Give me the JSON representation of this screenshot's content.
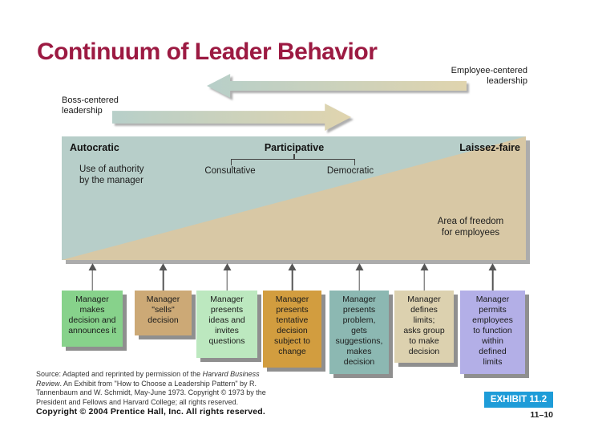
{
  "slide": {
    "title": "Continuum of Leader Behavior",
    "title_color": "#9C1A42"
  },
  "top_arrows": {
    "employee_label": "Employee-centered\nleadership",
    "boss_label": "Boss-centered\nleadership",
    "gradient_start": "#B7CFC9",
    "gradient_end": "#E0D4AE"
  },
  "continuum": {
    "autocratic": "Autocratic",
    "participative": "Participative",
    "consultative": "Consultative",
    "democratic": "Democratic",
    "laissez_faire": "Laissez-faire",
    "authority_label": "Use of authority\nby the manager",
    "freedom_label": "Area of freedom\nfor employees",
    "authority_color": "#B7CEC9",
    "freedom_color": "#D8C8A5"
  },
  "boxes": [
    {
      "label": "Manager\nmakes\ndecision and\nannounces it",
      "color": "#87D28B"
    },
    {
      "label": "Manager\n\"sells\"\ndecision",
      "color": "#CCA976"
    },
    {
      "label": "Manager\npresents\nideas and\ninvites\nquestions",
      "color": "#BCE8BF"
    },
    {
      "label": "Manager\npresents\ntentative\ndecision\nsubject to\nchange",
      "color": "#D29D3F"
    },
    {
      "label": "Manager\npresents\nproblem,\ngets\nsuggestions,\nmakes\ndecision",
      "color": "#8CB8B2"
    },
    {
      "label": "Manager\ndefines\nlimits;\nasks group\nto make\ndecision",
      "color": "#DCD1AF"
    },
    {
      "label": "Manager\npermits\nemployees\nto function\nwithin\ndefined\nlimits",
      "color": "#B3AFE7"
    }
  ],
  "footer": {
    "source_prefix": "Source: Adapted and reprinted by permission of the ",
    "source_italic": "Harvard Business Review",
    "source_suffix": ". An Exhibit from \"How to Choose a Leadership Pattern\" by R. Tannenbaum and W. Schmidt, May-June 1973. Copyright © 1973 by the President and Fellows and Harvard College; all rights reserved.",
    "copyright": "Copyright © 2004 Prentice Hall, Inc. All rights reserved.",
    "exhibit_label": "EXHIBIT 11.2",
    "exhibit_color": "#1E9CD8",
    "page_number": "11–10"
  }
}
